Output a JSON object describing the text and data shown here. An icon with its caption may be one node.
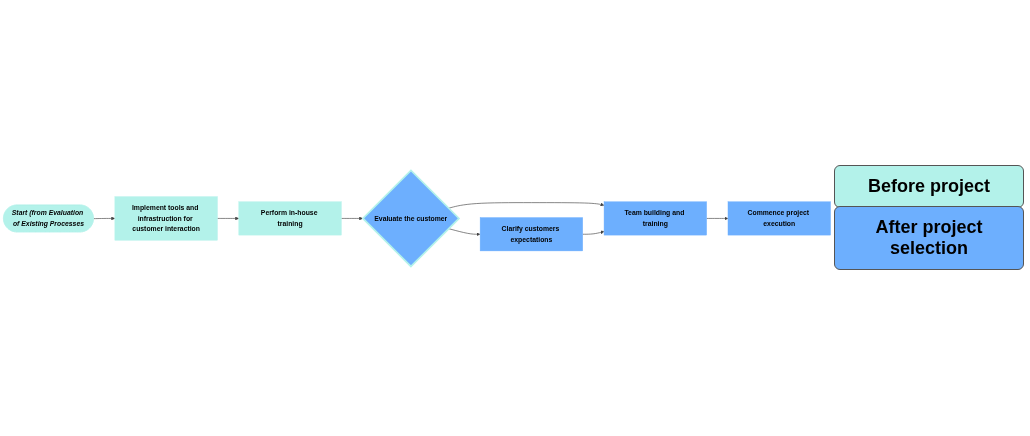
{
  "diagram": {
    "nodes": [
      {
        "text": [
          "Start (from Evaluation of Existing Processes"
        ]
      },
      {
        "text": [
          "Implement tools and infrastruction for customer interaction"
        ]
      },
      {
        "text": [
          "Perform in-house training"
        ]
      },
      {
        "text": [
          "Evaluate the customer"
        ]
      },
      {
        "text": [
          "Team building and training"
        ]
      },
      {
        "text": [
          "Commence project execution"
        ]
      },
      {
        "text": [
          "Clarify customers expectations"
        ]
      }
    ],
    "edges": [
      {
        "from": 0,
        "to": 1,
        "arrow": "to"
      },
      {
        "from": 1,
        "to": 2,
        "arrow": "to"
      },
      {
        "from": 2,
        "to": 3,
        "arrow": "to"
      },
      {
        "from": 3,
        "to": 4,
        "arrow": "to"
      },
      {
        "from": 4,
        "to": 5,
        "arrow": "to"
      },
      {
        "from": 3,
        "to": 6,
        "arrow": "to"
      },
      {
        "from": 6,
        "to": 4,
        "arrow": "to"
      }
    ],
    "legend": [
      {
        "text": "Before project",
        "color": "#b3f2ea"
      },
      {
        "text": "After project selection",
        "color": "#6daffe"
      }
    ]
  }
}
